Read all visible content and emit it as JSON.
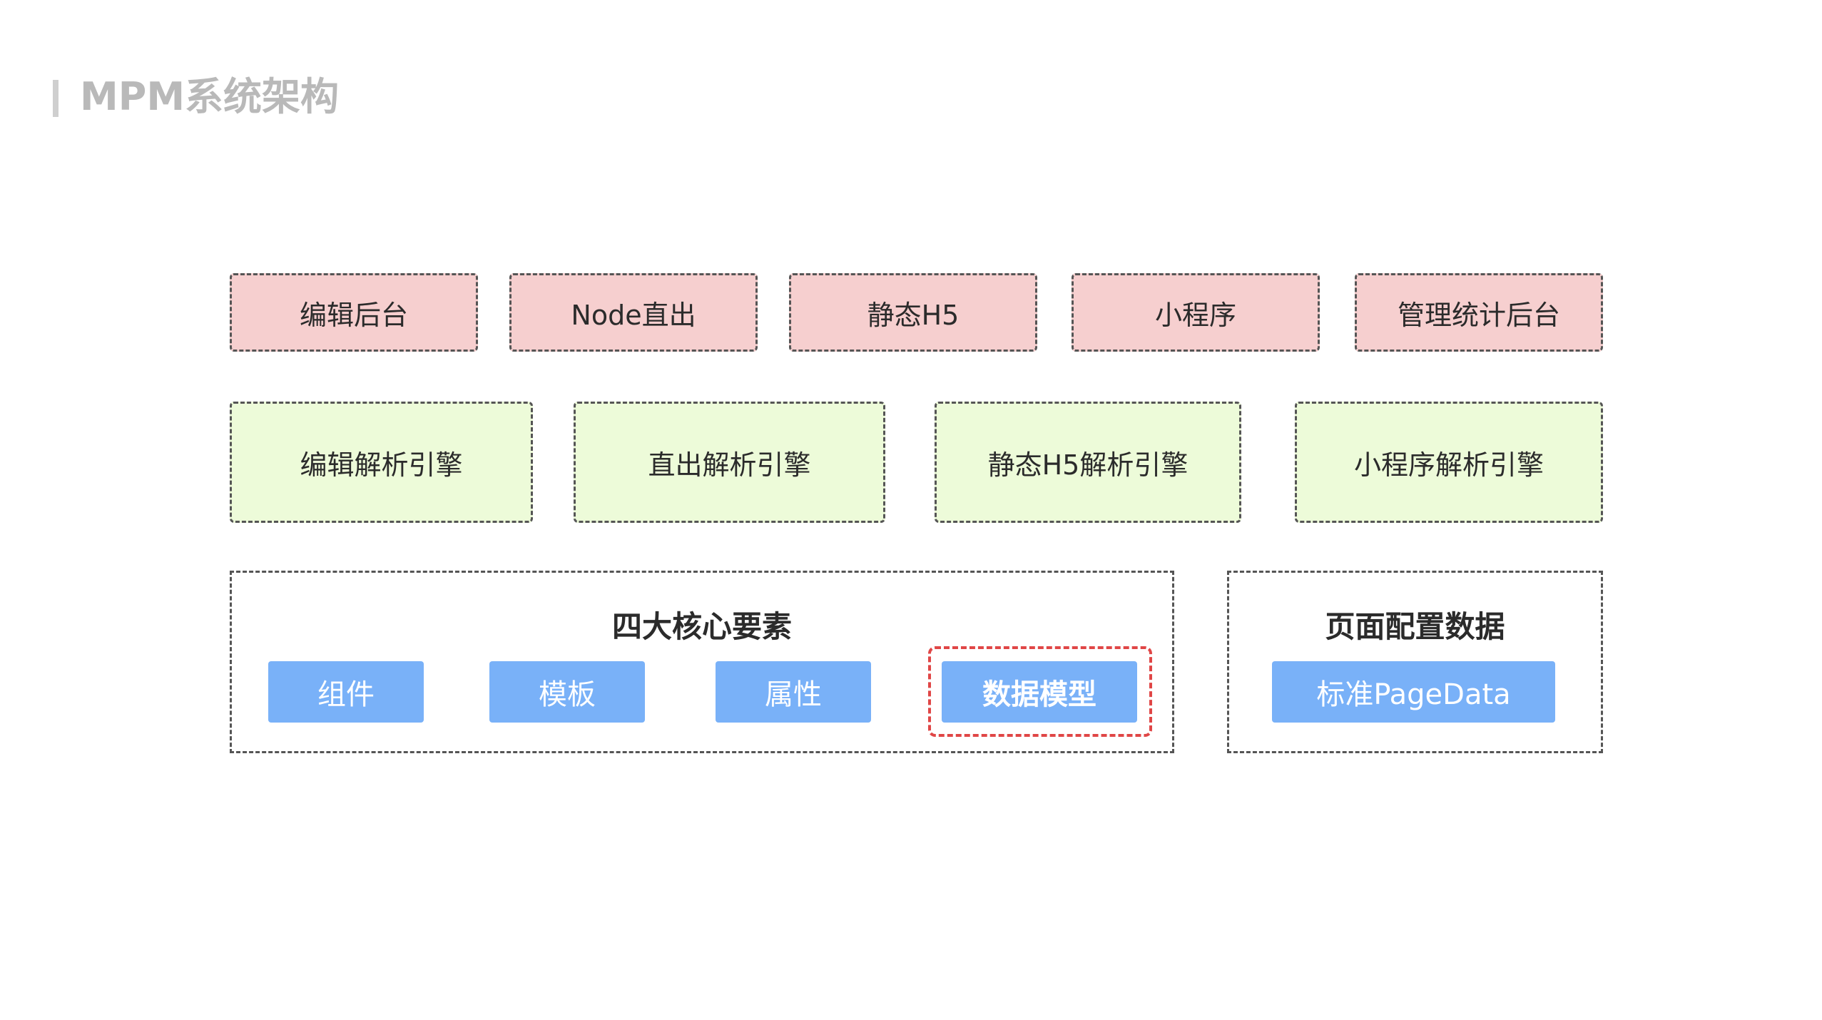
{
  "title": "MPM系统架构",
  "colors": {
    "pink": "#f6cfcf",
    "green": "#edfbd9",
    "chip_blue": "#79b1f8",
    "highlight_red": "#e04646"
  },
  "row1": [
    "编辑后台",
    "Node直出",
    "静态H5",
    "小程序",
    "管理统计后台"
  ],
  "row2": [
    "编辑解析引擎",
    "直出解析引擎",
    "静态H5解析引擎",
    "小程序解析引擎"
  ],
  "core": {
    "title": "四大核心要素",
    "items": [
      "组件",
      "模板",
      "属性",
      "数据模型"
    ]
  },
  "page_config": {
    "title": "页面配置数据",
    "item": "标准PageData"
  }
}
